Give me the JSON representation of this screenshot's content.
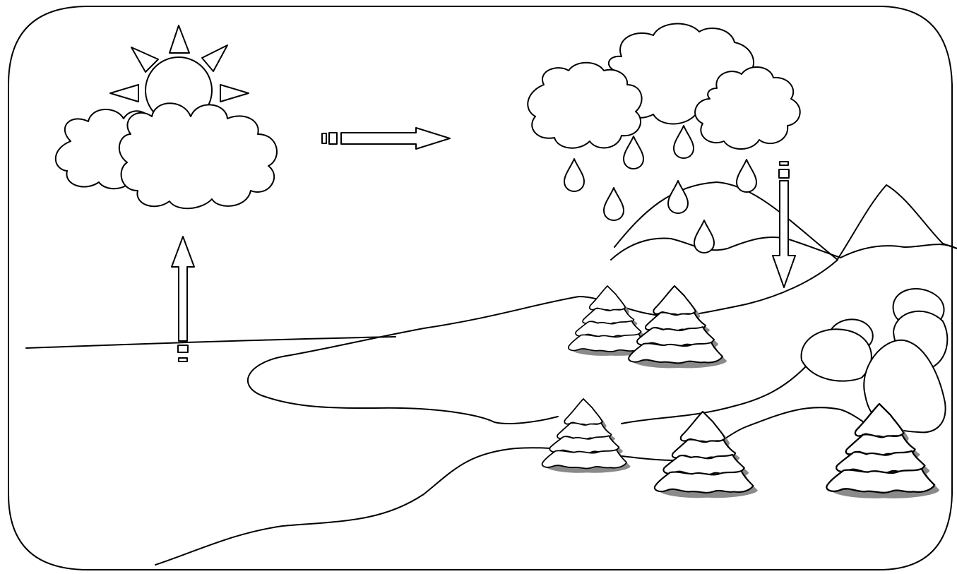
{
  "diagram": {
    "stroke_color": "#000000",
    "fill_color": "#ffffff",
    "shadow_color": "#8a8a8a",
    "elements": {
      "sun": "sun-icon",
      "clouds": "cloud-icon",
      "rain": "raindrop-icon",
      "trees": "pine-tree-icon",
      "rocks": "rock-icon",
      "arrows": [
        "evaporation-arrow",
        "condensation-arrow",
        "precipitation-arrow"
      ]
    }
  }
}
